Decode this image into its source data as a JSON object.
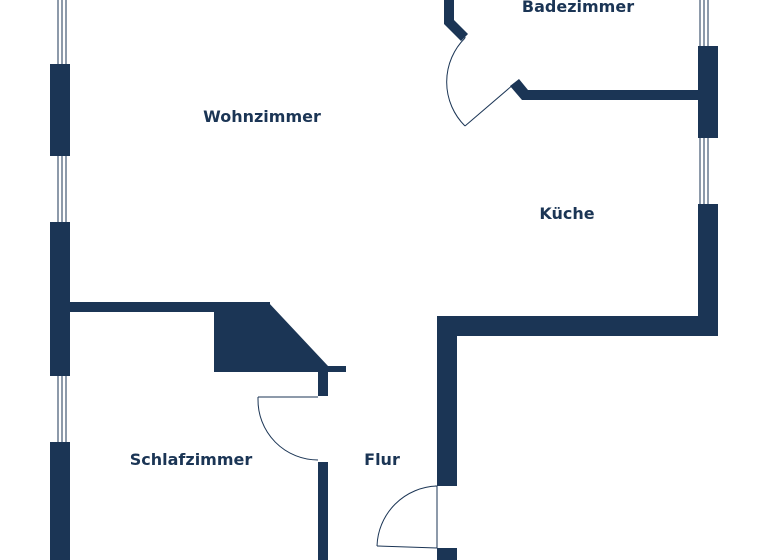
{
  "colors": {
    "wall": "#1b3555",
    "background": "#ffffff",
    "line": "#1b3555"
  },
  "rooms": {
    "bathroom": "Badezimmer",
    "living_room": "Wohnzimmer",
    "kitchen": "Küche",
    "bedroom": "Schlafzimmer",
    "hallway": "Flur"
  }
}
